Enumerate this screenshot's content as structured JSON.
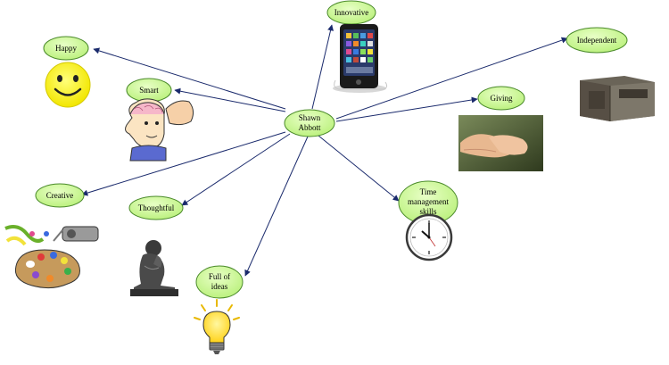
{
  "center": {
    "line1": "Shawn",
    "line2": "Abbott"
  },
  "nodes": {
    "innovative": "Innovative",
    "happy": "Happy",
    "smart": "Smart",
    "independent": "Independent",
    "giving": "Giving",
    "creative": "Creative",
    "thoughtful": "Thoughtful",
    "time_line1": "Time",
    "time_line2": "management",
    "time_line3": "skills",
    "ideas_line1": "Full of",
    "ideas_line2": "ideas"
  },
  "images": [
    "mp3-player",
    "smiley-face",
    "cartoon-brain",
    "office-cubicle",
    "giving-hands",
    "art-palette",
    "thinker-statue",
    "wall-clock",
    "light-bulb"
  ],
  "colors": {
    "node_fill": "#ccfb94",
    "node_stroke": "#4a8a2a",
    "connector": "#1a2a6c"
  }
}
